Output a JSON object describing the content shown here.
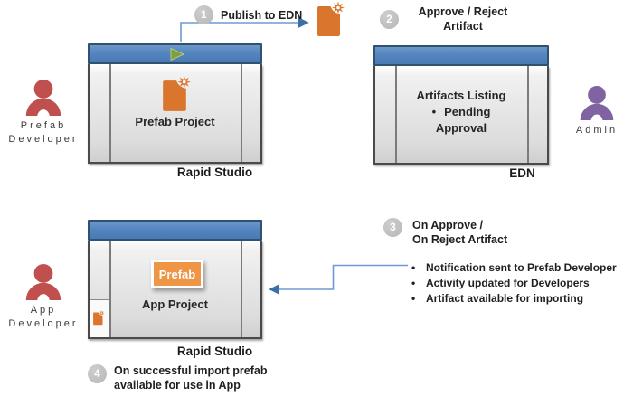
{
  "diagram": {
    "actors": {
      "prefab_developer": {
        "line1": "Prefab",
        "line2": "Developer"
      },
      "admin": {
        "line1": "Admin"
      },
      "app_developer": {
        "line1": "App",
        "line2": "Developer"
      }
    },
    "steps": {
      "s1": {
        "num": "1",
        "label": "Publish to EDN"
      },
      "s2": {
        "num": "2",
        "line1": "Approve / Reject",
        "line2": "Artifact"
      },
      "s3": {
        "num": "3",
        "line1": "On Approve /",
        "line2": "On Reject Artifact"
      },
      "s4": {
        "num": "4",
        "line1": "On successful import prefab",
        "line2": "available for use in App"
      }
    },
    "windows": {
      "prefab_studio": {
        "content": "Prefab Project",
        "caption": "Rapid Studio"
      },
      "edn": {
        "title": "Artifacts Listing",
        "bullet": "•",
        "item_line1": "Pending",
        "item_line2": "Approval",
        "caption": "EDN"
      },
      "app_studio": {
        "button_label": "Prefab",
        "content": "App Project",
        "caption": "Rapid Studio"
      }
    },
    "notes": {
      "bullet": "•",
      "items": [
        "Notification sent to Prefab Developer",
        "Activity updated for Developers",
        "Artifact available for importing"
      ]
    },
    "colors": {
      "titlebar_blue": "#4F81BD",
      "orange": "#D9752C",
      "button_orange": "#EE9546",
      "person_red": "#C0504D",
      "person_purple": "#8064A2",
      "connector_blue": "#6B9BD2",
      "arrowhead_blue": "#3A6FA8",
      "step_circle_gray": "#C1C1C1",
      "play_green": "#7E9E3F"
    }
  }
}
